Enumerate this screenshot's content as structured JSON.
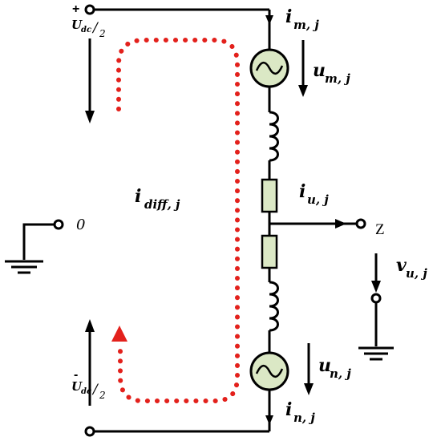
{
  "labels": {
    "plus_sign": "+",
    "minus_sign": "-",
    "u_top_main": "U",
    "u_top_sub": "dc",
    "u_top_slash": "/",
    "u_top_den": "2",
    "u_bot_main": "U",
    "u_bot_sub": "dc",
    "u_bot_slash": "/",
    "u_bot_den": "2",
    "i_m": "i",
    "i_m_sub": "m, j",
    "u_m": "u",
    "u_m_sub": "m, j",
    "i_diff": "i",
    "i_diff_sub": "diff, j",
    "i_u": "i",
    "i_u_sub": "u, j",
    "node_zero": "0",
    "node_z": "Z",
    "v_u": "v",
    "v_u_sub": "u, j",
    "u_n": "u",
    "u_n_sub": "n, j",
    "i_n": "i",
    "i_n_sub": "n, j"
  },
  "colors": {
    "wire": "#000000",
    "circulating_current": "#e3211c",
    "component_fill": "#dbe8c5",
    "component_stroke": "#000000"
  }
}
